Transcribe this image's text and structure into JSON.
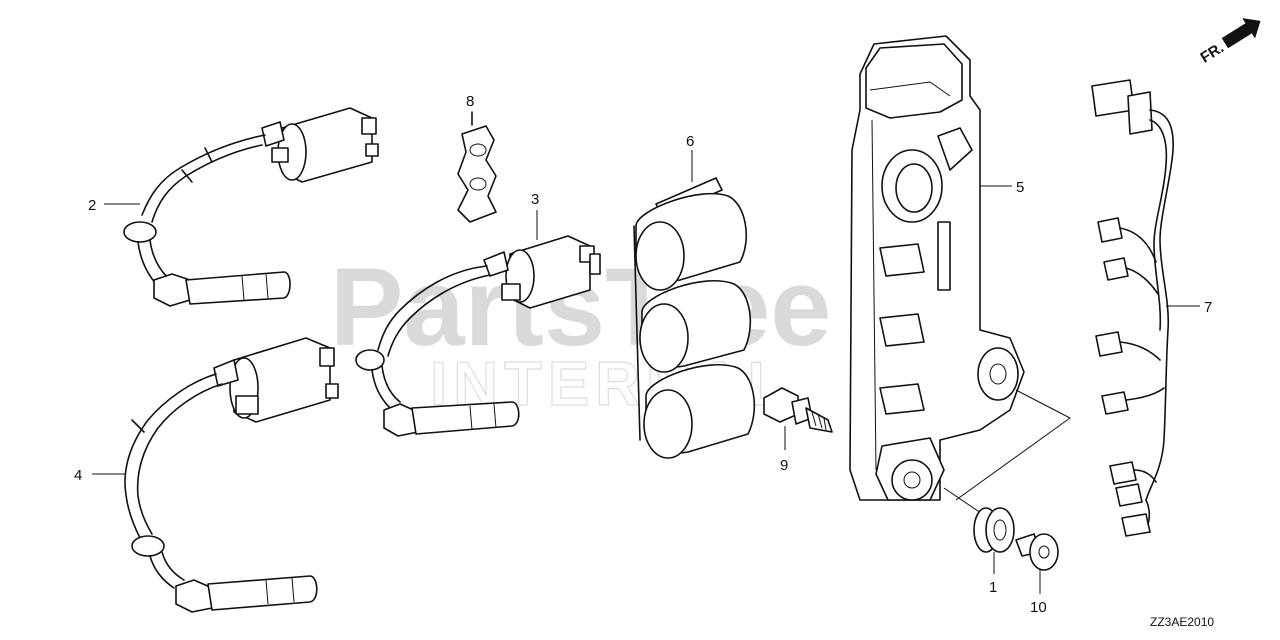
{
  "watermark": {
    "brand": "PartsTree",
    "sub": "INTERNAL"
  },
  "direction_indicator": "FR.",
  "diagram_code": "ZZ3AE2010",
  "callouts": [
    {
      "id": "1",
      "label": "1"
    },
    {
      "id": "2",
      "label": "2"
    },
    {
      "id": "3",
      "label": "3"
    },
    {
      "id": "4",
      "label": "4"
    },
    {
      "id": "5",
      "label": "5"
    },
    {
      "id": "6",
      "label": "6"
    },
    {
      "id": "7",
      "label": "7"
    },
    {
      "id": "8",
      "label": "8"
    },
    {
      "id": "9",
      "label": "9"
    },
    {
      "id": "10",
      "label": "10"
    }
  ]
}
